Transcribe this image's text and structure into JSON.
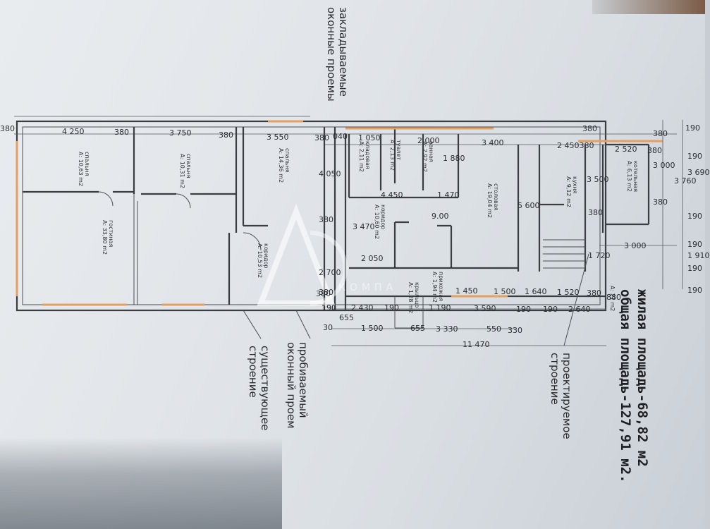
{
  "labels": {
    "zakladyv": "закладываемые\nоконные проемы",
    "probiv": "пробиваемый\nоконный проем",
    "sush": "существующее\nстроение",
    "proekt": "проектируемое\nстроение",
    "zhilaya": "жилая площадь-68,82 м2",
    "obshaya": "общая площадь-127,91 м2."
  },
  "rooms": [
    {
      "name": "спальня",
      "area": "А: 10,63 m2"
    },
    {
      "name": "спальня",
      "area": "А: 10,31 m2"
    },
    {
      "name": "спальня",
      "area": "А: 14,36 m2"
    },
    {
      "name": "гостиная",
      "area": "А: 33,80 m2"
    },
    {
      "name": "коридор",
      "area": "А: 10,53 m2"
    },
    {
      "name": "кладовая",
      "area": "А: 2,11 m2"
    },
    {
      "name": "туалет",
      "area": "А: 2,13 m2"
    },
    {
      "name": "ванная",
      "area": "А: 2,92 m2"
    },
    {
      "name": "коридор",
      "area": "А: 10,60 m2"
    },
    {
      "name": "столовая",
      "area": "А: 19,04 m2"
    },
    {
      "name": "кухня",
      "area": "А: 9,12 m2"
    },
    {
      "name": "котельная",
      "area": "А: 6,13 m2"
    },
    {
      "name": "прихожая",
      "area": "А: 1,94 m2"
    },
    {
      "name": "крыльцо",
      "area": "А: 1,28 m2"
    },
    {
      "name": "",
      "area": "А: 21 m2"
    }
  ],
  "dims": {
    "d1": "380",
    "d2": "4 250",
    "d3": "380",
    "d4": "3 750",
    "d5": "380",
    "d6": "3 550",
    "d7": "380",
    "d8": "040",
    "d9": "1 050",
    "d10": "2 000",
    "d11": "3 400",
    "d12": "2 450380",
    "d13": "2 520",
    "d14": "380",
    "d15": "380",
    "d16": "190",
    "d17": "1 880",
    "d18": "4 050",
    "d19": "4 450",
    "d20": "1 470",
    "d21": "5 600",
    "d22": "3 500",
    "d23": "3 000",
    "d24": "3 760",
    "d25": "3 690",
    "d26": "380",
    "d27": "380",
    "d28": "380",
    "d29": "3 470",
    "d30": "2 050",
    "d31": "2 700",
    "d32": "380",
    "d33": "190",
    "d34": "1 450",
    "d35": "1 500",
    "d36": "1 640",
    "d37": "1 520",
    "d38": "380",
    "d39": "190",
    "d40": "2 430",
    "d41": "190",
    "d42": "3 590",
    "d43": "190",
    "d44": "190",
    "d45": "2 640",
    "d46": "880",
    "d47": "30",
    "d48": "1 500",
    "d49": "655",
    "d50": "3 330",
    "d51": "550",
    "d52": "330",
    "d53": "11 470",
    "d54": "655",
    "d55": "1 720",
    "d56": "3 000",
    "d57": "190",
    "d58": "1 910",
    "d59": "190",
    "d60": "190",
    "d61": "190",
    "d62": "380",
    "d63": "9.00",
    "d64": "1 190",
    "d65": "380",
    "d66": "190"
  },
  "watermark": "КОМПА"
}
